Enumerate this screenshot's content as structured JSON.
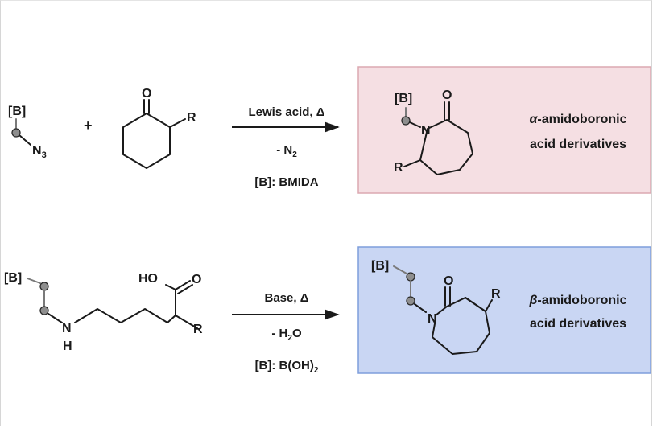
{
  "colors": {
    "product_box_a_fill": "#f5dfe3",
    "product_box_a_border": "#dca9b1",
    "product_box_b_fill": "#c9d6f3",
    "product_box_b_border": "#7e9edc"
  },
  "reaction_1": {
    "reagent_boron_label": "[B]",
    "reagent_azide_label": "N",
    "reagent_azide_subscript": "3",
    "plus": "+",
    "ketone_oxygen": "O",
    "ketone_substituent": "R",
    "condition_line_1": "Lewis acid, Δ",
    "condition_line_2_prefix": "- N",
    "condition_line_2_subscript": "2",
    "condition_line_3": "[B]: BMIDA",
    "product_boron_label": "[B]",
    "product_oxygen": "O",
    "product_nitrogen": "N",
    "product_substituent": "R",
    "product_desc_greek": "α",
    "product_desc_line_1_rest": "-amidoboronic",
    "product_desc_line_2": "acid derivatives"
  },
  "reaction_2": {
    "reagent_boron_label": "[B]",
    "reagent_amine_n": "N",
    "reagent_amine_h": "H",
    "reagent_acid_label": "HO",
    "reagent_acid_oxygen": "O",
    "reagent_substituent": "R",
    "condition_line_1": "Base, Δ",
    "condition_line_2_prefix": "- H",
    "condition_line_2_subscript": "2",
    "condition_line_2_suffix": "O",
    "condition_line_3_prefix": "[B]: B(OH)",
    "condition_line_3_subscript": "2",
    "product_boron_label": "[B]",
    "product_oxygen": "O",
    "product_nitrogen": "N",
    "product_substituent": "R",
    "product_desc_greek": "β",
    "product_desc_line_1_rest": "-amidoboronic",
    "product_desc_line_2": "acid derivatives"
  }
}
